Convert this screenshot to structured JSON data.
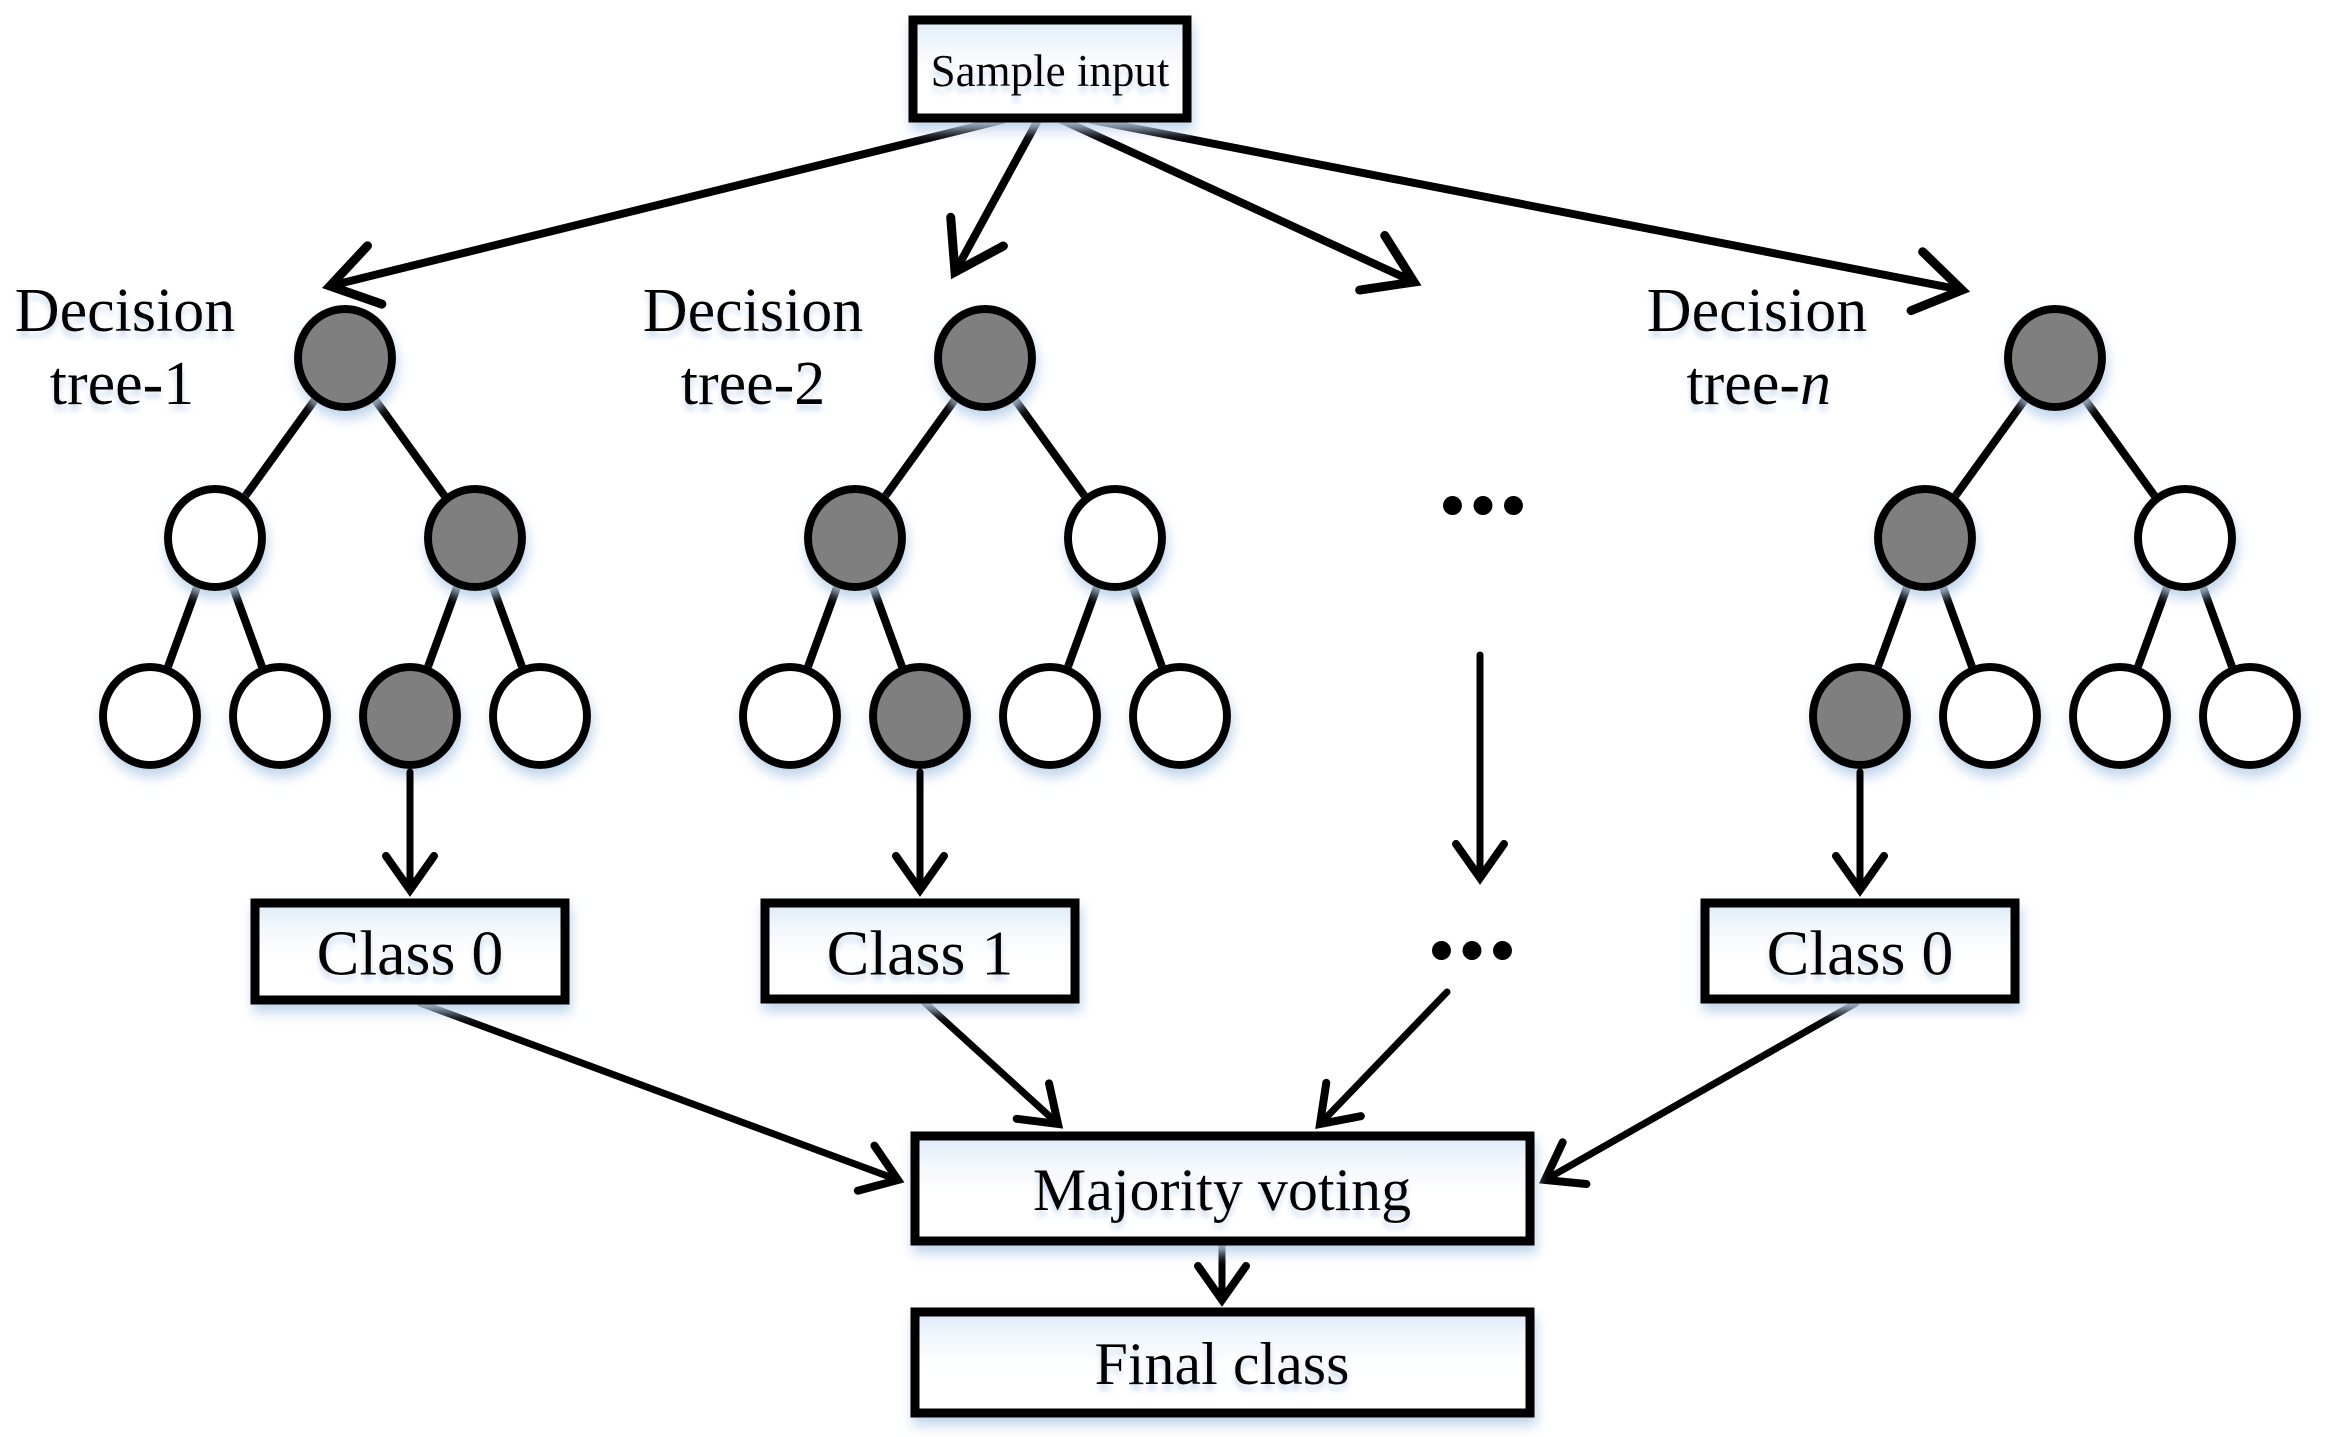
{
  "diagram": {
    "sample_input": "Sample input",
    "majority_voting": "Majority voting",
    "final_class": "Final class",
    "ellipsis": "•••"
  },
  "trees": [
    {
      "label_line1": "Decision",
      "label_line2": "tree-1",
      "result": "Class 0"
    },
    {
      "label_line1": "Decision",
      "label_line2": "tree-2",
      "result": "Class 1"
    },
    {
      "label_line1": "Decision",
      "label_line2_prefix": "tree-",
      "label_line2_italic": "n",
      "result": "Class 0"
    }
  ],
  "colors": {
    "node_gray": "#7f7f7f",
    "node_white": "#ffffff",
    "line_black": "#000000",
    "glow_blue": "#bdd3ec",
    "box_tint_top": "#dceaf8"
  }
}
